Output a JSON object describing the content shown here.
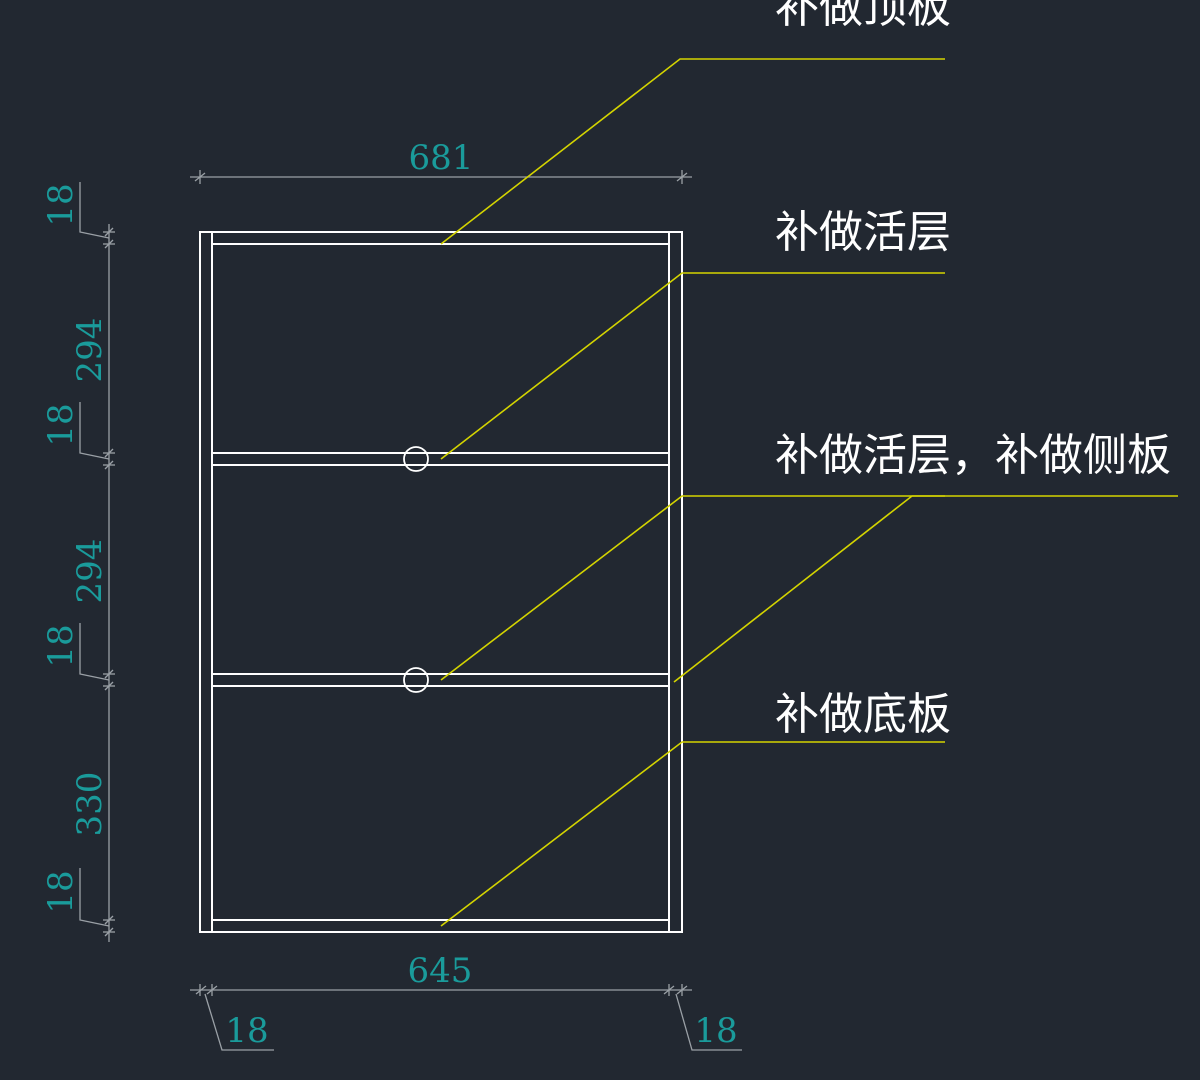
{
  "drawing": {
    "colors": {
      "background": "#222831",
      "panel_lines": "#ffffff",
      "dimension_text": "#1a9b9b",
      "dimension_lines": "#9aa0a6",
      "leader_lines": "#d4d400",
      "label_text": "#ffffff"
    },
    "dimensions": {
      "top_width": "681",
      "bottom_width": "645",
      "left_side_thickness": "18",
      "right_side_thickness": "18",
      "vertical": {
        "top_panel": "18",
        "space_1": "294",
        "shelf_1": "18",
        "space_2": "294",
        "shelf_2": "18",
        "space_3": "330",
        "bottom_panel": "18"
      }
    },
    "labels": {
      "top_panel": "补做顶板",
      "shelf_upper": "补做活层",
      "shelf_lower_and_side": "补做活层，补做侧板",
      "bottom_panel": "补做底板"
    }
  }
}
